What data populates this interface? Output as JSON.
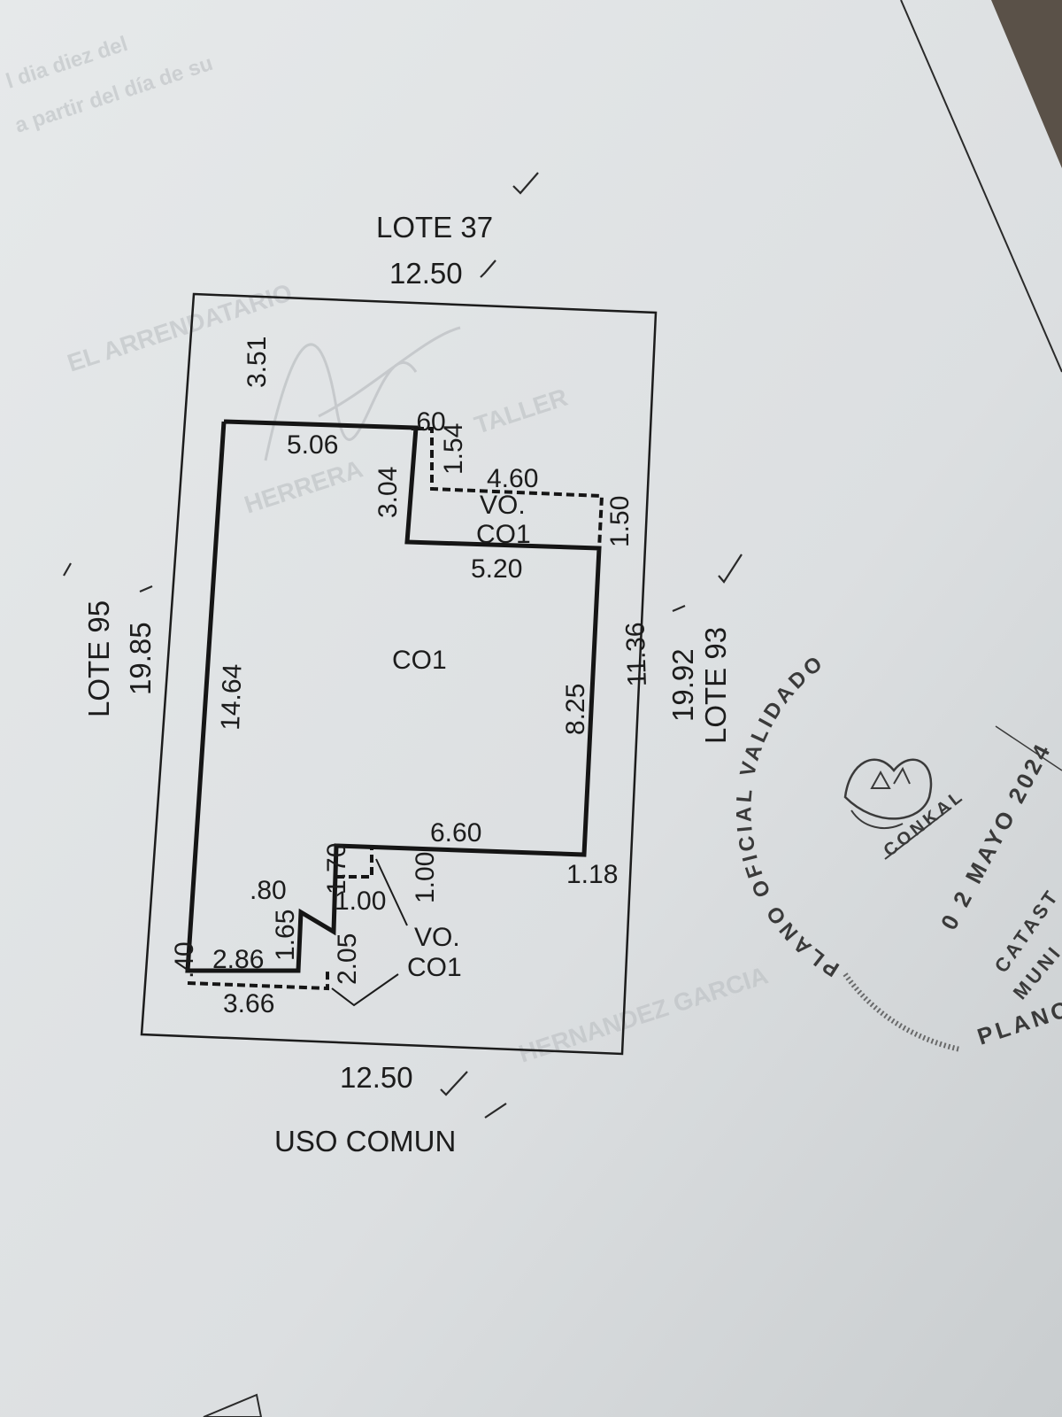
{
  "document": {
    "north_neighbor": "LOTE 37",
    "north_length": "12.50",
    "south_length": "12.50",
    "south_neighbor": "USO COMUN",
    "west_neighbor": "LOTE 95",
    "west_length": "19.85",
    "east_neighbor": "LOTE 93",
    "east_length": "19.92",
    "ghost_text": {
      "line1": "l dia diez del",
      "line2": "a partir del día de su"
    },
    "ghost_watermark": {
      "arrendatario": "EL ARRENDATARIO",
      "taller": "TALLER",
      "herrera": "HERRERA",
      "garcia": "HERNANDEZ GARCIA"
    }
  },
  "dimensions": {
    "front_setback": "3.51",
    "left_wall": "14.64",
    "top_wall": "5.06",
    "notch_width": ".60",
    "notch_depth": "1.54",
    "inner_step": "3.04",
    "porch_width": "4.60",
    "porch_depth": "1.50",
    "step_width": "5.20",
    "right_wall": "8.25",
    "right_margin": "11.36",
    "bottom_wall": "6.60",
    "right_gap": "1.18",
    "small_80": ".80",
    "small_70": "1.70",
    "small_100a": "1.00",
    "small_100b": "1.00",
    "small_165": "1.65",
    "small_205": "2.05",
    "small_286": "2.86",
    "small_366": "3.66",
    "small_40": ".40"
  },
  "rooms": {
    "main": "CO1",
    "porch_top_vo": "VO.",
    "porch_top_co": "CO1",
    "porch_bottom_vo": "VO.",
    "porch_bottom_co": "CO1"
  },
  "stamp": {
    "arc_text": "PLANO OFICIAL VALIDADO",
    "logo_text": "CONKAL",
    "date": "0 2 MAYO 2024",
    "line_catastro": "CATAST",
    "line_muni": "MUNI",
    "line_plano": "PLANO"
  },
  "colors": {
    "paper": "#e3e6e7",
    "ink": "#1c1c1c",
    "stamp_ink": "#3a3a3a"
  }
}
